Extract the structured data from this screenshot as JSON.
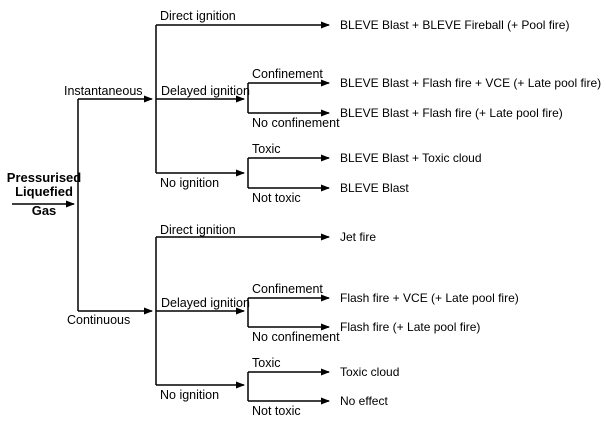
{
  "colors": {
    "line": "#000000",
    "text": "#000000",
    "background": "#ffffff"
  },
  "diagram": {
    "root_label_lines": [
      "Pressurised",
      "Liquefied",
      "Gas"
    ],
    "labels": {
      "instantaneous": "Instantaneous",
      "continuous": "Continuous",
      "direct_ignition": "Direct ignition",
      "delayed_ignition": "Delayed ignition",
      "no_ignition": "No ignition",
      "confinement": "Confinement",
      "no_confinement": "No confinement",
      "toxic": "Toxic",
      "not_toxic": "Not toxic"
    },
    "instantaneous_outcomes": [
      "BLEVE Blast + BLEVE Fireball (+ Pool fire)",
      "BLEVE Blast + Flash fire + VCE (+ Late pool fire)",
      "BLEVE Blast + Flash fire (+ Late pool fire)",
      "BLEVE Blast + Toxic cloud",
      "BLEVE Blast"
    ],
    "continuous_outcomes": [
      "Jet fire",
      "Flash fire + VCE (+ Late pool fire)",
      "Flash fire (+ Late pool fire)",
      "Toxic cloud",
      "No effect"
    ]
  }
}
